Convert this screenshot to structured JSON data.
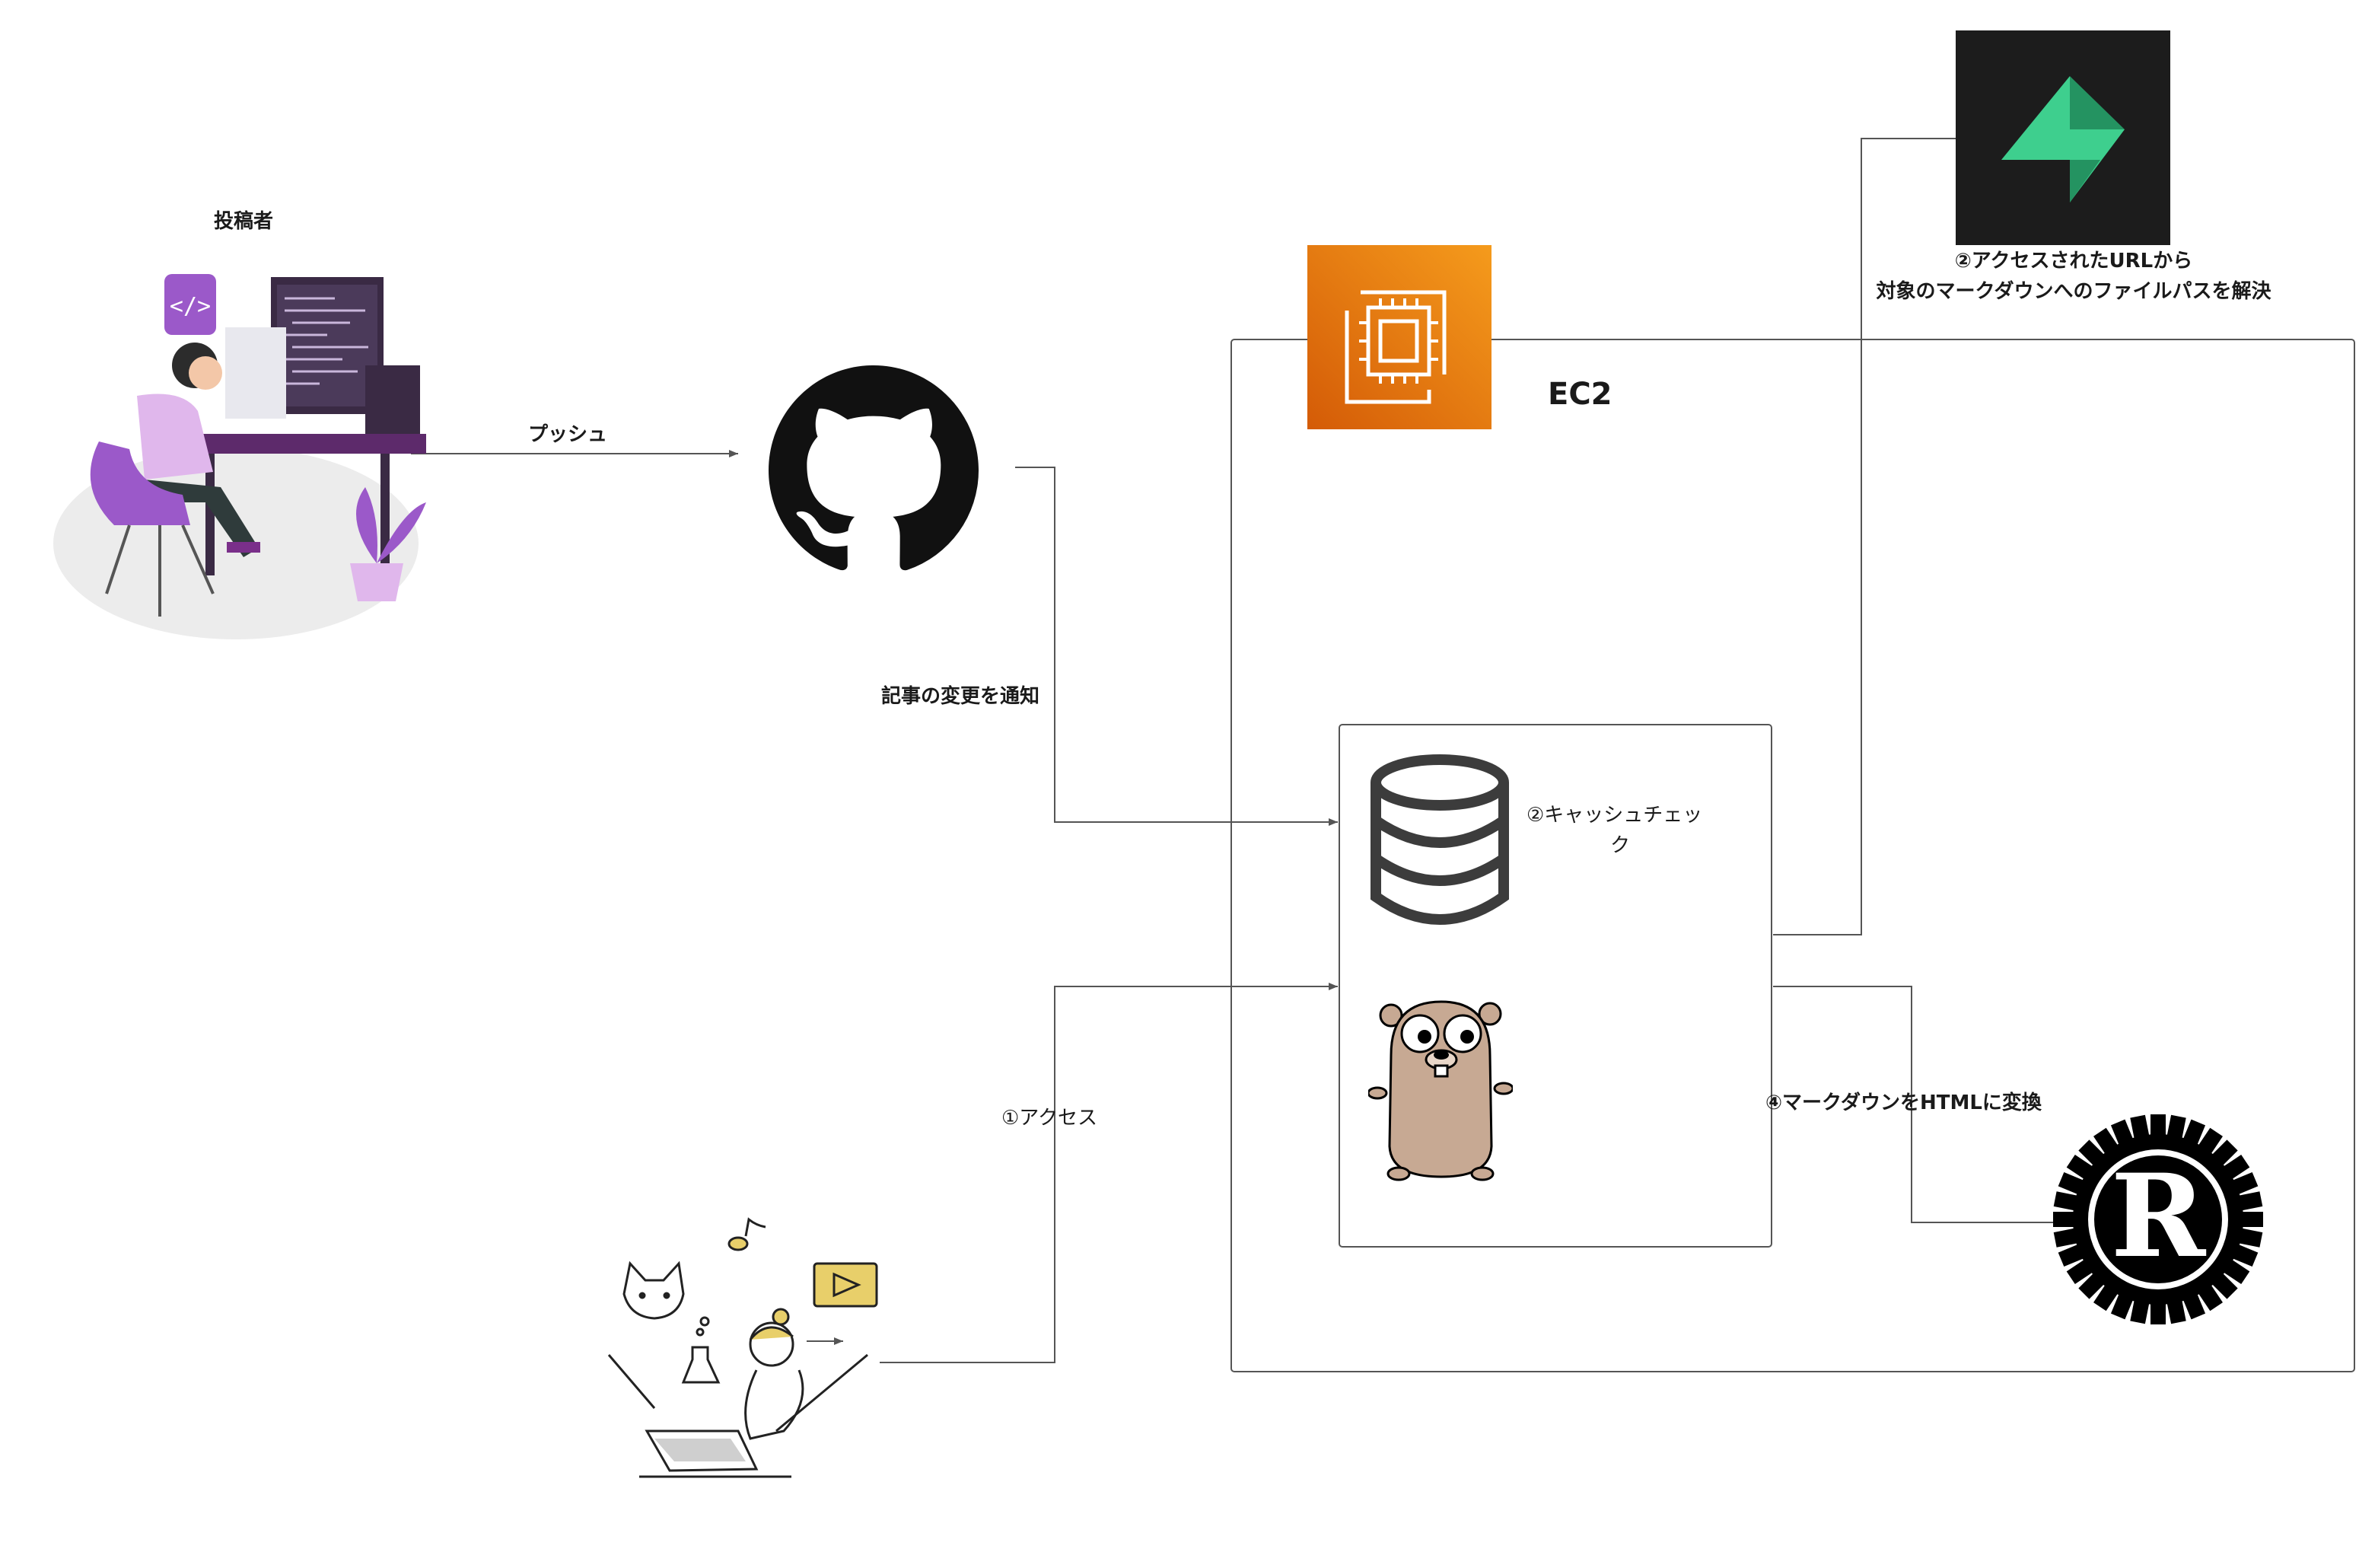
{
  "labels": {
    "poster": "投稿者",
    "push": "プッシュ",
    "notify": "記事の変更を通知",
    "access": "①アクセス",
    "cache_line1": "②キャッシュチェッ",
    "cache_line2": "ク",
    "resolve_line1": "②アクセスされたURLから",
    "resolve_line2": "対象のマークダウンへのファイルパスを解決",
    "convert": "④マークダウンをHTMLに変換",
    "ec2": "EC2"
  },
  "icons": {
    "developer": "developer-illustration",
    "github": "github-icon",
    "ec2": "aws-ec2-icon",
    "supabase": "supabase-icon",
    "database": "database-icon",
    "gopher": "go-gopher-icon",
    "rust": "rust-icon",
    "reader": "reader-illustration"
  },
  "colors": {
    "line": "#555555",
    "ec2_gradient_start": "#f59b1c",
    "ec2_gradient_end": "#d45b07",
    "supabase_bg": "#1c1c1c",
    "supabase_green": "#3ecf8e",
    "purple": "#8e4fb8",
    "gopher": "#c7a993"
  }
}
